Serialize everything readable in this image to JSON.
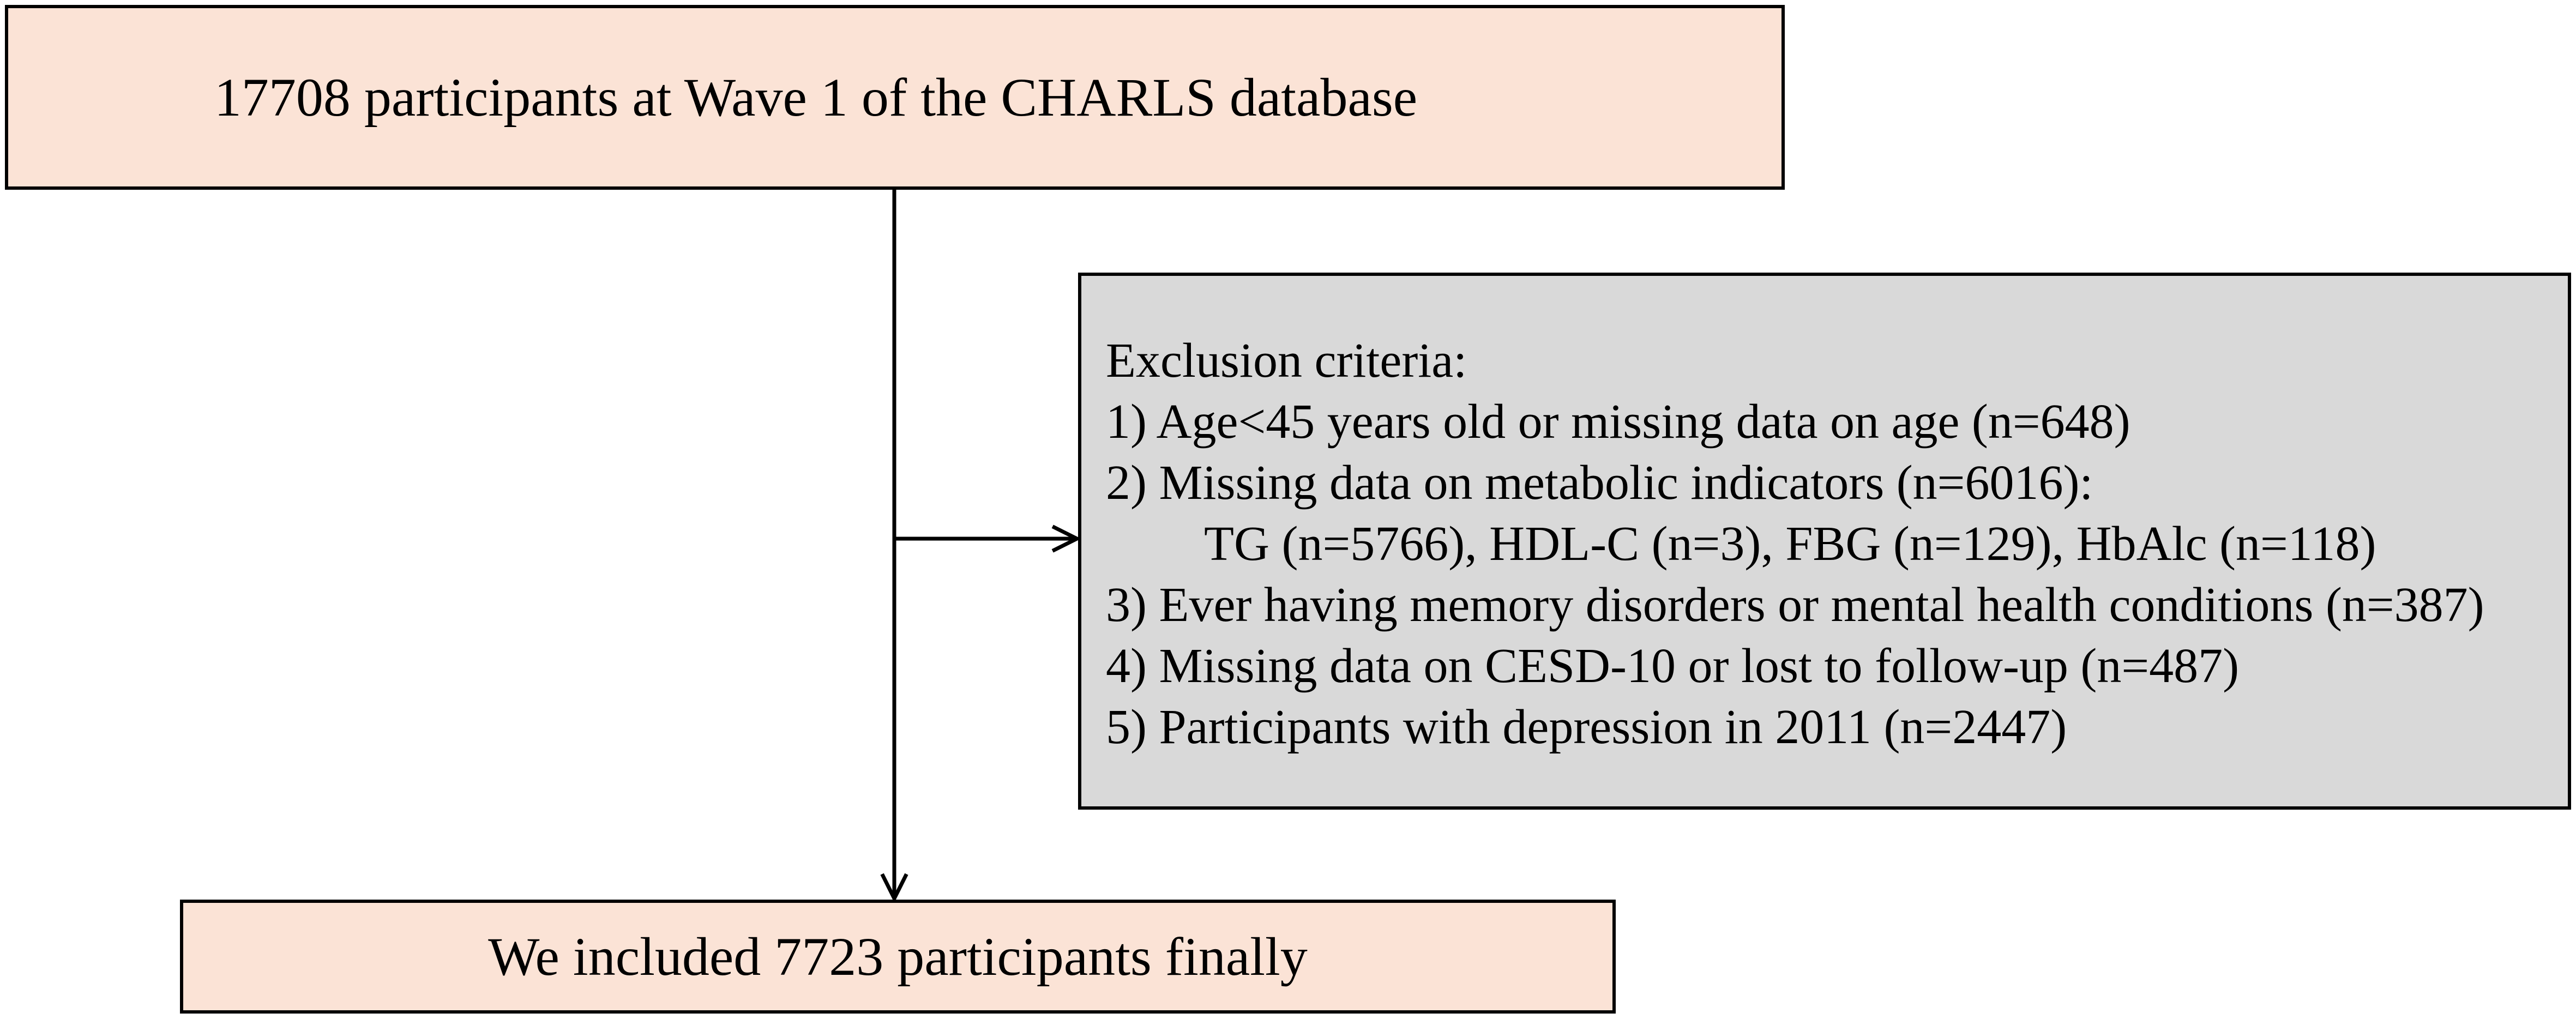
{
  "flowchart": {
    "start_box": {
      "text": "17708 participants at Wave 1 of the CHARLS database"
    },
    "exclusion_box": {
      "heading": "Exclusion criteria:",
      "items": [
        "1) Age<45 years old or missing data on age (n=648)",
        "2) Missing data on metabolic indicators (n=6016):",
        "TG (n=5766), HDL-C (n=3), FBG (n=129), HbAlc (n=118)",
        "3) Ever having memory disorders or mental health conditions (n=387)",
        "4) Missing data on CESD-10 or lost to follow-up (n=487)",
        "5) Participants with depression in 2011 (n=2447)"
      ]
    },
    "final_box": {
      "text": "We included 7723 participants finally"
    }
  },
  "colors": {
    "box_fill_peach": "#fbe3d6",
    "box_fill_gray": "#d9d9d9",
    "stroke": "#000000"
  }
}
